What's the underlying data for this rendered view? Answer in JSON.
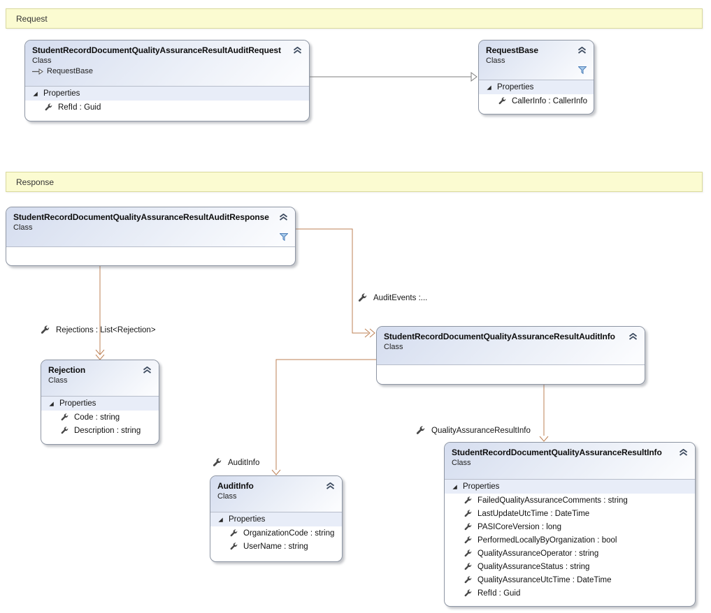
{
  "diagram": {
    "request_section_label": "Request",
    "response_section_label": "Response"
  },
  "classes": {
    "audit_request": {
      "title": "StudentRecordDocumentQualityAssuranceResultAuditRequest",
      "kind": "Class",
      "base_type": "RequestBase",
      "properties_label": "Properties",
      "properties": [
        "RefId : Guid"
      ]
    },
    "request_base": {
      "title": "RequestBase",
      "kind": "Class",
      "properties_label": "Properties",
      "properties": [
        "CallerInfo : CallerInfo"
      ]
    },
    "audit_response": {
      "title": "StudentRecordDocumentQualityAssuranceResultAuditResponse",
      "kind": "Class"
    },
    "rejection": {
      "title": "Rejection",
      "kind": "Class",
      "properties_label": "Properties",
      "properties": [
        "Code : string",
        "Description : string"
      ]
    },
    "audit_info_class": {
      "title": "StudentRecordDocumentQualityAssuranceResultAuditInfo",
      "kind": "Class"
    },
    "audit_info": {
      "title": "AuditInfo",
      "kind": "Class",
      "properties_label": "Properties",
      "properties": [
        "OrganizationCode : string",
        "UserName : string"
      ]
    },
    "qa_result_info": {
      "title": "StudentRecordDocumentQualityAssuranceResultInfo",
      "kind": "Class",
      "properties_label": "Properties",
      "properties": [
        "FailedQualityAssuranceComments : string",
        "LastUpdateUtcTime : DateTime",
        "PASICoreVersion : long",
        "PerformedLocallyByOrganization : bool",
        "QualityAssuranceOperator : string",
        "QualityAssuranceStatus : string",
        "QualityAssuranceUtcTime : DateTime",
        "RefId : Guid"
      ]
    }
  },
  "connector_labels": {
    "rejections": "Rejections : List<Rejection>",
    "audit_events": "AuditEvents :...",
    "audit_info": "AuditInfo",
    "qa_result_info": "QualityAssuranceResultInfo"
  },
  "colors": {
    "association_line": "#bd8054",
    "inheritance_line": "#7d7d7d",
    "section_fill": "#fbfbd1",
    "header_gradient_start": "#d5ddef",
    "filter_icon_blue": "#4d7fb8"
  }
}
